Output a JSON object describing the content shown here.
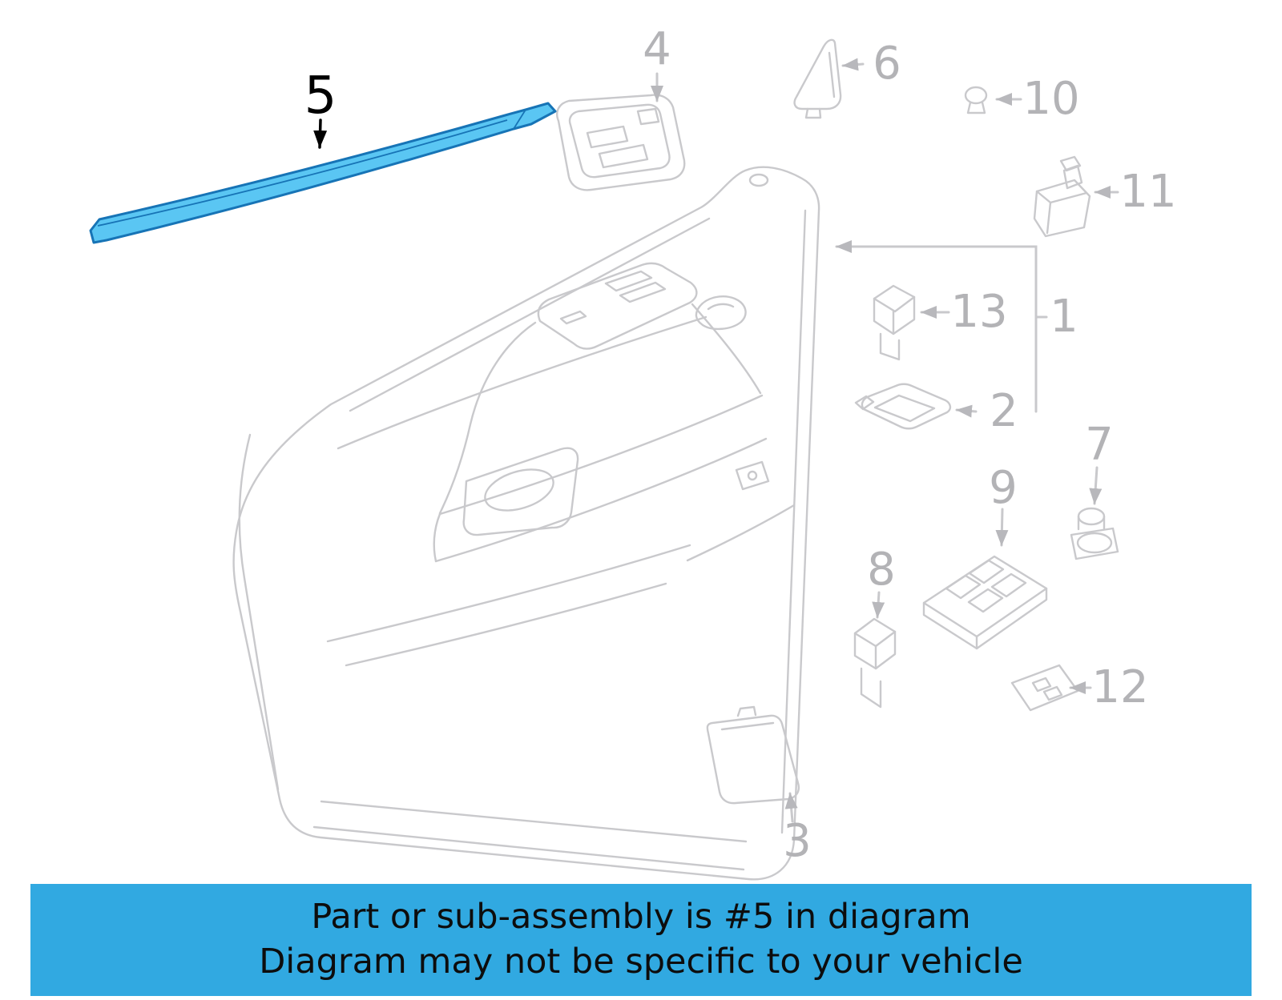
{
  "diagram": {
    "highlighted_part_number": "5",
    "callouts": [
      {
        "label": "5",
        "highlighted": true
      },
      {
        "label": "4",
        "highlighted": false
      },
      {
        "label": "6",
        "highlighted": false
      },
      {
        "label": "10",
        "highlighted": false
      },
      {
        "label": "11",
        "highlighted": false
      },
      {
        "label": "13",
        "highlighted": false
      },
      {
        "label": "1",
        "highlighted": false
      },
      {
        "label": "2",
        "highlighted": false
      },
      {
        "label": "7",
        "highlighted": false
      },
      {
        "label": "9",
        "highlighted": false
      },
      {
        "label": "8",
        "highlighted": false
      },
      {
        "label": "12",
        "highlighted": false
      },
      {
        "label": "3",
        "highlighted": false
      }
    ],
    "colors": {
      "line": "#c9c9cc",
      "callout": "#b3b3b6",
      "highlight_fill": "#5ac6f3",
      "highlight_stroke": "#1774b6",
      "arrow_black": "#000000"
    }
  },
  "banner": {
    "line1": "Part or sub-assembly is #5 in diagram",
    "line2": "Diagram may not be specific to your vehicle",
    "colors": {
      "background": "#31a9e1",
      "text": "#0d0d0d"
    }
  }
}
